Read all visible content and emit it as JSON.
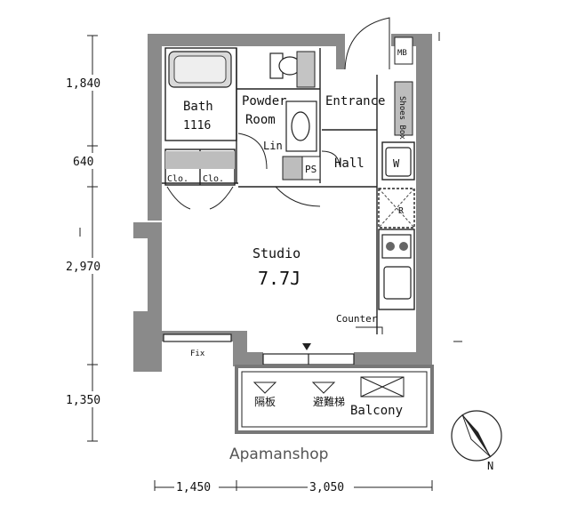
{
  "rooms": {
    "bath": "Bath",
    "bath_size": "1116",
    "powder": "Powder",
    "powder_room": "Room",
    "entrance": "Entrance",
    "shoes_box": "Shoes Box",
    "linen": "Lin",
    "ps": "PS",
    "hall": "Hall",
    "washer": "W",
    "mb": "MB",
    "closet_1": "Clo.",
    "closet_2": "Clo.",
    "refrigerator": "R",
    "studio": "Studio",
    "studio_size": "7.7J",
    "counter": "Counter",
    "fix": "Fix",
    "balcony": "Balcony",
    "hatch_1": "隔板",
    "hatch_2": "避難梯"
  },
  "dimensions": {
    "left": [
      "1,840",
      "640",
      "2,970",
      "1,350"
    ],
    "bottom": [
      "1,450",
      "3,050"
    ]
  },
  "compass": {
    "north": "N"
  },
  "watermark": "Apamanshop"
}
